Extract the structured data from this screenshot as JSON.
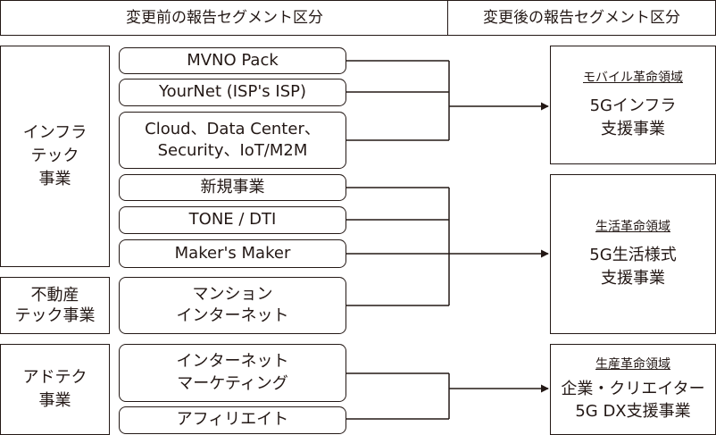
{
  "header": {
    "before": "変更前の報告セグメント区分",
    "after": "変更後の報告セグメント区分"
  },
  "before_segments": [
    {
      "id": "infra",
      "label": "インフラ\nテック\n事業"
    },
    {
      "id": "realestate",
      "label": "不動産\nテック事業"
    },
    {
      "id": "adtech",
      "label": "アドテク\n事業"
    }
  ],
  "services": [
    {
      "id": "mvno",
      "label": "MVNO Pack"
    },
    {
      "id": "yournet",
      "label": "YourNet (ISP's ISP)"
    },
    {
      "id": "cloud",
      "label": "Cloud、Data Center、\nSecurity、IoT/M2M"
    },
    {
      "id": "new",
      "label": "新規事業"
    },
    {
      "id": "tone",
      "label": "TONE / DTI"
    },
    {
      "id": "maker",
      "label": "Maker's Maker"
    },
    {
      "id": "mansion",
      "label": "マンション\nインターネット"
    },
    {
      "id": "internet-marketing",
      "label": "インターネット\nマーケティング"
    },
    {
      "id": "affiliate",
      "label": "アフィリエイト"
    }
  ],
  "after_segments": [
    {
      "id": "mobile",
      "domain": "モバイル革命領域",
      "name": "5Gインフラ\n支援事業"
    },
    {
      "id": "life",
      "domain": "生活革命領域",
      "name": "5G生活様式\n支援事業"
    },
    {
      "id": "production",
      "domain": "生産革命領域",
      "name": "企業・クリエイター\n5G DX支援事業"
    }
  ]
}
